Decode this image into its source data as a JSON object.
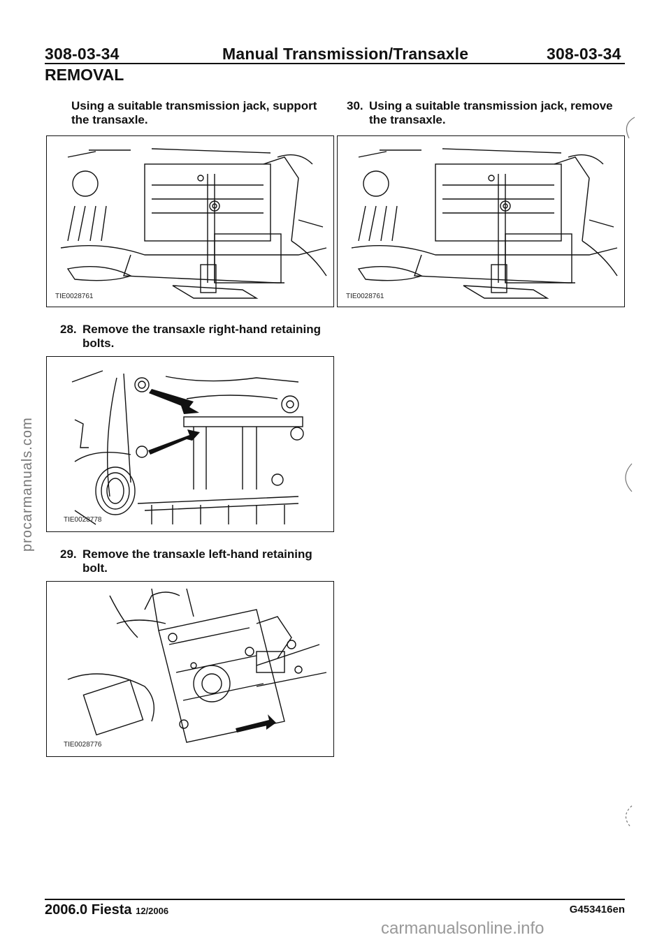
{
  "header": {
    "left_code": "308-03-34",
    "title": "Manual Transmission/Transaxle",
    "right_code": "308-03-34"
  },
  "section": "REMOVAL",
  "steps": {
    "intro": {
      "line1": "Using a suitable transmission jack, support",
      "line2": "the transaxle."
    },
    "s28": {
      "num": "28.",
      "line1": "Remove the transaxle right-hand retaining",
      "line2": "bolts."
    },
    "s29": {
      "num": "29.",
      "line1": "Remove the transaxle left-hand retaining",
      "line2": "bolt."
    },
    "s30": {
      "num": "30.",
      "line1": "Using a suitable transmission jack, remove",
      "line2": "the transaxle."
    }
  },
  "figures": {
    "fig_jack_left": {
      "id": "TIE0028761"
    },
    "fig_right_bolts": {
      "id": "TIE0028778"
    },
    "fig_left_bolt": {
      "id": "TIE0028776"
    },
    "fig_jack_right": {
      "id": "TIE0028761"
    }
  },
  "footer": {
    "brand": "2006.0 Fiesta",
    "date": "12/2006",
    "code": "G453416en"
  },
  "watermarks": {
    "side": "procarmanuals.com",
    "bottom": "carmanualsonline.info"
  }
}
